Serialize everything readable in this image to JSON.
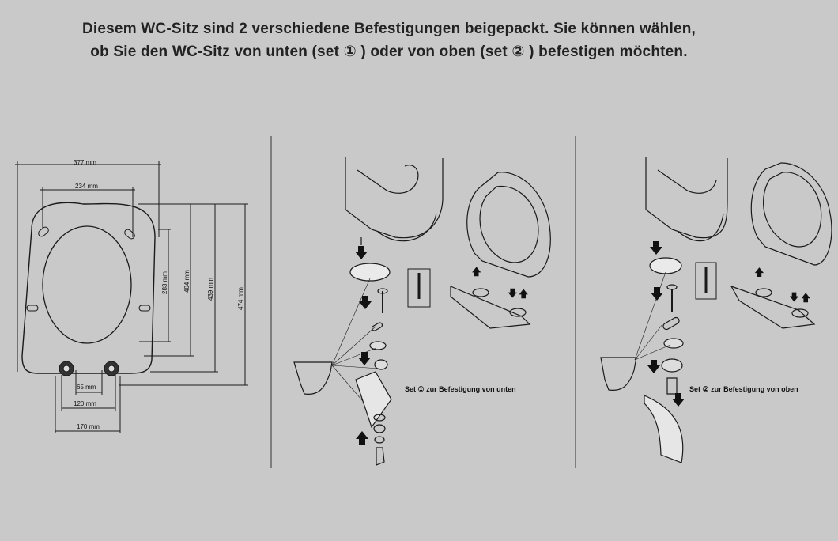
{
  "header": {
    "line1": "Diesem WC-Sitz sind 2 verschiedene Befestigungen beigepackt. Sie können wählen,",
    "line2": "ob Sie den WC-Sitz von unten (set  ① ) oder von oben (set ② ) befestigen möchten."
  },
  "dimensions": {
    "width_total": "377 mm",
    "inner_width": "234 mm",
    "h_283": "283 mm",
    "h_404": "404 mm",
    "h_439": "439 mm",
    "h_474": "474 mm",
    "hinge_65": "65 mm",
    "hinge_120": "120 mm",
    "hinge_170": "170 mm"
  },
  "set1": {
    "caption": "Set ① zur Befestigung von unten"
  },
  "set2": {
    "caption": "Set ② zur Befestigung von oben"
  },
  "colors": {
    "background": "#c9c9c9",
    "line": "#1a1a1a",
    "arrow": "#111111"
  }
}
